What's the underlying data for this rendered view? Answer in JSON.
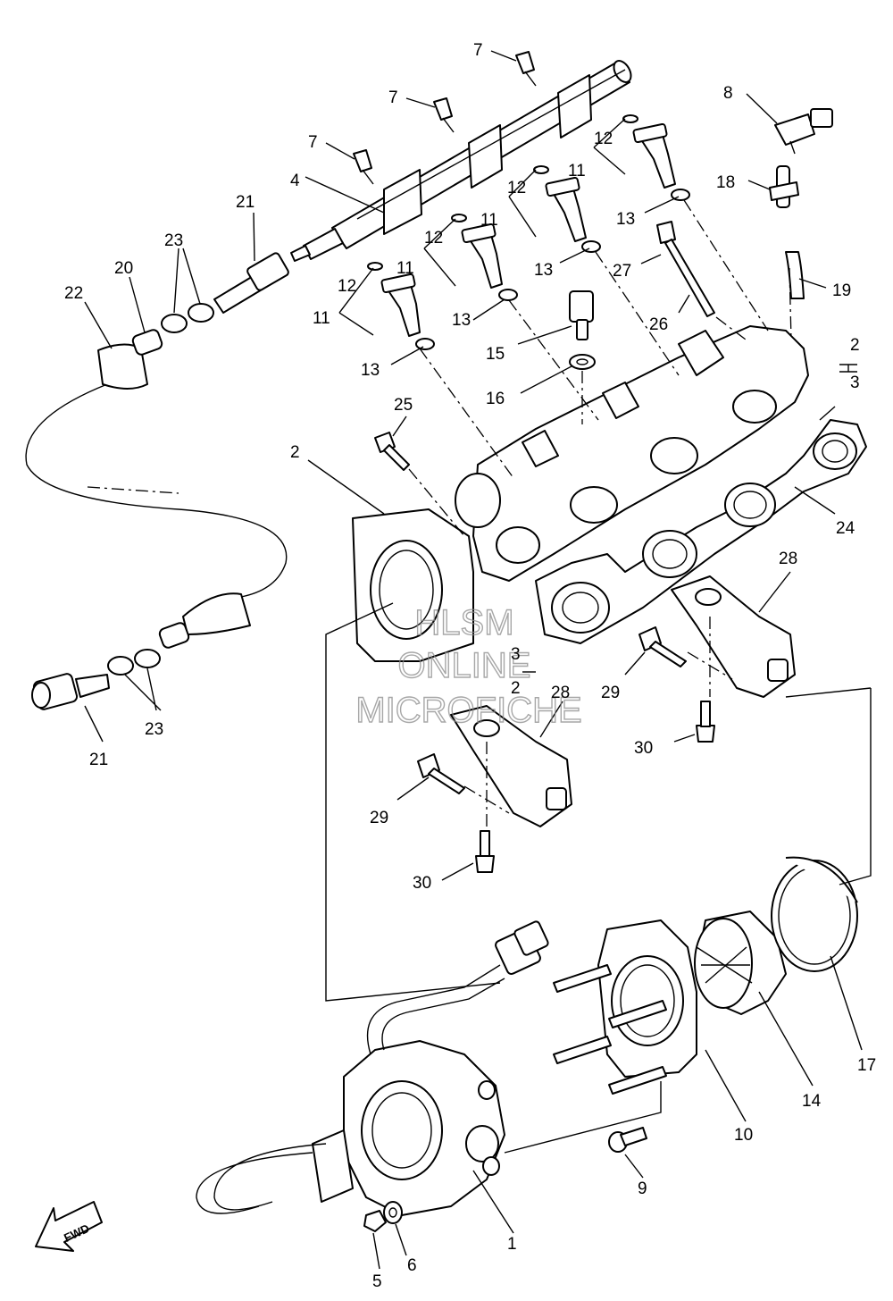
{
  "callouts": [
    {
      "id": "c1",
      "label": "1"
    },
    {
      "id": "c2a",
      "label": "2"
    },
    {
      "id": "c2b",
      "label": "2"
    },
    {
      "id": "c2c",
      "label": "2"
    },
    {
      "id": "c3a",
      "label": "3"
    },
    {
      "id": "c3b",
      "label": "3"
    },
    {
      "id": "c4",
      "label": "4"
    },
    {
      "id": "c5",
      "label": "5"
    },
    {
      "id": "c6",
      "label": "6"
    },
    {
      "id": "c7a",
      "label": "7"
    },
    {
      "id": "c7b",
      "label": "7"
    },
    {
      "id": "c7c",
      "label": "7"
    },
    {
      "id": "c8",
      "label": "8"
    },
    {
      "id": "c9",
      "label": "9"
    },
    {
      "id": "c10",
      "label": "10"
    },
    {
      "id": "c11a",
      "label": "11"
    },
    {
      "id": "c11b",
      "label": "11"
    },
    {
      "id": "c11c",
      "label": "11"
    },
    {
      "id": "c11d",
      "label": "11"
    },
    {
      "id": "c12a",
      "label": "12"
    },
    {
      "id": "c12b",
      "label": "12"
    },
    {
      "id": "c12c",
      "label": "12"
    },
    {
      "id": "c12d",
      "label": "12"
    },
    {
      "id": "c13a",
      "label": "13"
    },
    {
      "id": "c13b",
      "label": "13"
    },
    {
      "id": "c13c",
      "label": "13"
    },
    {
      "id": "c13d",
      "label": "13"
    },
    {
      "id": "c14",
      "label": "14"
    },
    {
      "id": "c15",
      "label": "15"
    },
    {
      "id": "c16",
      "label": "16"
    },
    {
      "id": "c17",
      "label": "17"
    },
    {
      "id": "c18",
      "label": "18"
    },
    {
      "id": "c19",
      "label": "19"
    },
    {
      "id": "c20",
      "label": "20"
    },
    {
      "id": "c21a",
      "label": "21"
    },
    {
      "id": "c21b",
      "label": "21"
    },
    {
      "id": "c22",
      "label": "22"
    },
    {
      "id": "c23a",
      "label": "23"
    },
    {
      "id": "c23b",
      "label": "23"
    },
    {
      "id": "c24",
      "label": "24"
    },
    {
      "id": "c25",
      "label": "25"
    },
    {
      "id": "c26",
      "label": "26"
    },
    {
      "id": "c27",
      "label": "27"
    },
    {
      "id": "c28a",
      "label": "28"
    },
    {
      "id": "c28b",
      "label": "28"
    },
    {
      "id": "c29a",
      "label": "29"
    },
    {
      "id": "c29b",
      "label": "29"
    },
    {
      "id": "c30a",
      "label": "30"
    },
    {
      "id": "c30b",
      "label": "30"
    }
  ],
  "watermark": {
    "line1": "HLSM",
    "line2": "ONLINE",
    "line3": "MICROFICHE"
  },
  "fwd_label": "FWD",
  "fwd_icon": "arrow-down-left-icon"
}
